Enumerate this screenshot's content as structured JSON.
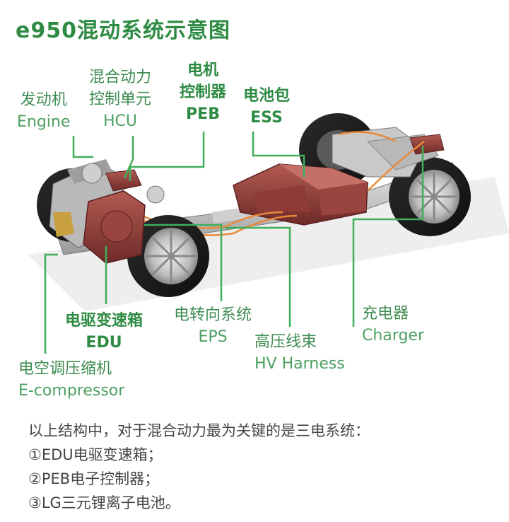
{
  "title": "e950混动系统示意图",
  "labels": {
    "engine": {
      "zh": "发动机",
      "en": "Engine"
    },
    "hcu": {
      "zh1": "混合动力",
      "zh2": "控制单元",
      "en": "HCU"
    },
    "peb": {
      "zh1": "电机",
      "zh2": "控制器",
      "en": "PEB"
    },
    "ess": {
      "zh": "电池包",
      "en": "ESS"
    },
    "edu": {
      "zh": "电驱变速箱",
      "en": "EDU"
    },
    "eps": {
      "zh": "电转向系统",
      "en": "EPS"
    },
    "hv": {
      "zh": "高压线束",
      "en": "HV Harness"
    },
    "charger": {
      "zh": "充电器",
      "en": "Charger"
    },
    "ecomp": {
      "zh": "电空调压缩机",
      "en": "E-compressor"
    }
  },
  "summary": {
    "line1": "以上结构中，对于混合动力最为关键的是三电系统：",
    "line2": "①EDU电驱变速箱；",
    "line3": "②PEB电子控制器；",
    "line4": "③LG三元锂离子电池。"
  },
  "colors": {
    "green": "#2e8b43",
    "leader": "#3fae5a",
    "component": "#8b3a3a"
  }
}
